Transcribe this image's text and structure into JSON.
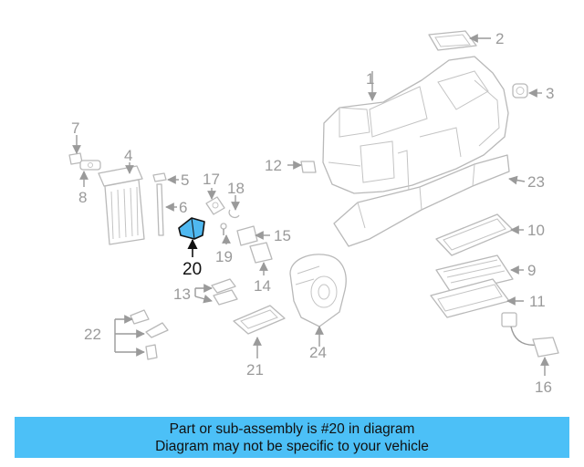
{
  "diagram": {
    "highlighted_part": "20",
    "callouts": [
      "1",
      "2",
      "3",
      "4",
      "5",
      "6",
      "7",
      "8",
      "9",
      "10",
      "11",
      "12",
      "13",
      "14",
      "15",
      "16",
      "17",
      "18",
      "19",
      "20",
      "21",
      "22",
      "23",
      "24"
    ]
  },
  "colors": {
    "highlight_fill": "#4fb8f0",
    "banner_background": "#4cc0f7",
    "line_art": "#b9b9b9",
    "callout_text": "#9a9a9a"
  },
  "banner": {
    "line1": "Part or sub-assembly is #20 in diagram",
    "line2": "Diagram may not be specific to your vehicle"
  }
}
